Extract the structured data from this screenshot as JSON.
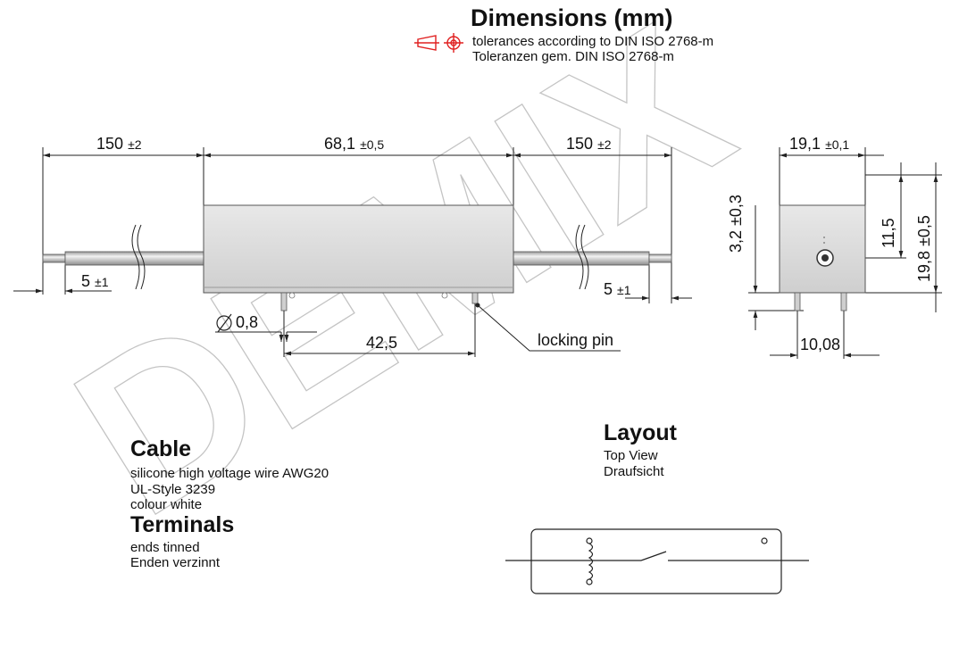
{
  "header": {
    "title": "Dimensions (mm)",
    "tolerance_en": "tolerances according to DIN ISO 2768-m",
    "tolerance_de": "Toleranzen gem. DIN ISO 2768-m"
  },
  "watermark": "DEMIX",
  "side_view": {
    "dim_left_cable": "150",
    "tol_left_cable": "±2",
    "dim_body": "68,1",
    "tol_body": "±0,5",
    "dim_right_cable": "150",
    "tol_right_cable": "±2",
    "dim_left_strip": "5",
    "tol_left_strip": "±1",
    "dim_right_strip": "5",
    "tol_right_strip": "±1",
    "dim_pin_diameter": "0,8",
    "dim_pin_spacing": "42,5",
    "label_locking_pin": "locking pin"
  },
  "end_view": {
    "dim_width": "19,1",
    "tol_width": "±0,1",
    "dim_height_left": "3,2 ±0,3",
    "dim_center_height": "11,5",
    "dim_total_height": "19,8 ±0,5",
    "dim_pin_offset": "10,08"
  },
  "cable": {
    "heading": "Cable",
    "line1": "silicone high voltage wire AWG20",
    "line2": "UL-Style 3239",
    "line3": "colour white"
  },
  "terminals": {
    "heading": "Terminals",
    "line1": "ends tinned",
    "line2": "Enden verzinnt"
  },
  "layout": {
    "heading": "Layout",
    "line1": "Top View",
    "line2": "Draufsicht"
  },
  "colors": {
    "line": "#222222",
    "body_fill": "#d9d9d9",
    "body_edge": "#555555",
    "tolerance_symbol": "#e02020",
    "watermark": "#bfbfbf"
  }
}
